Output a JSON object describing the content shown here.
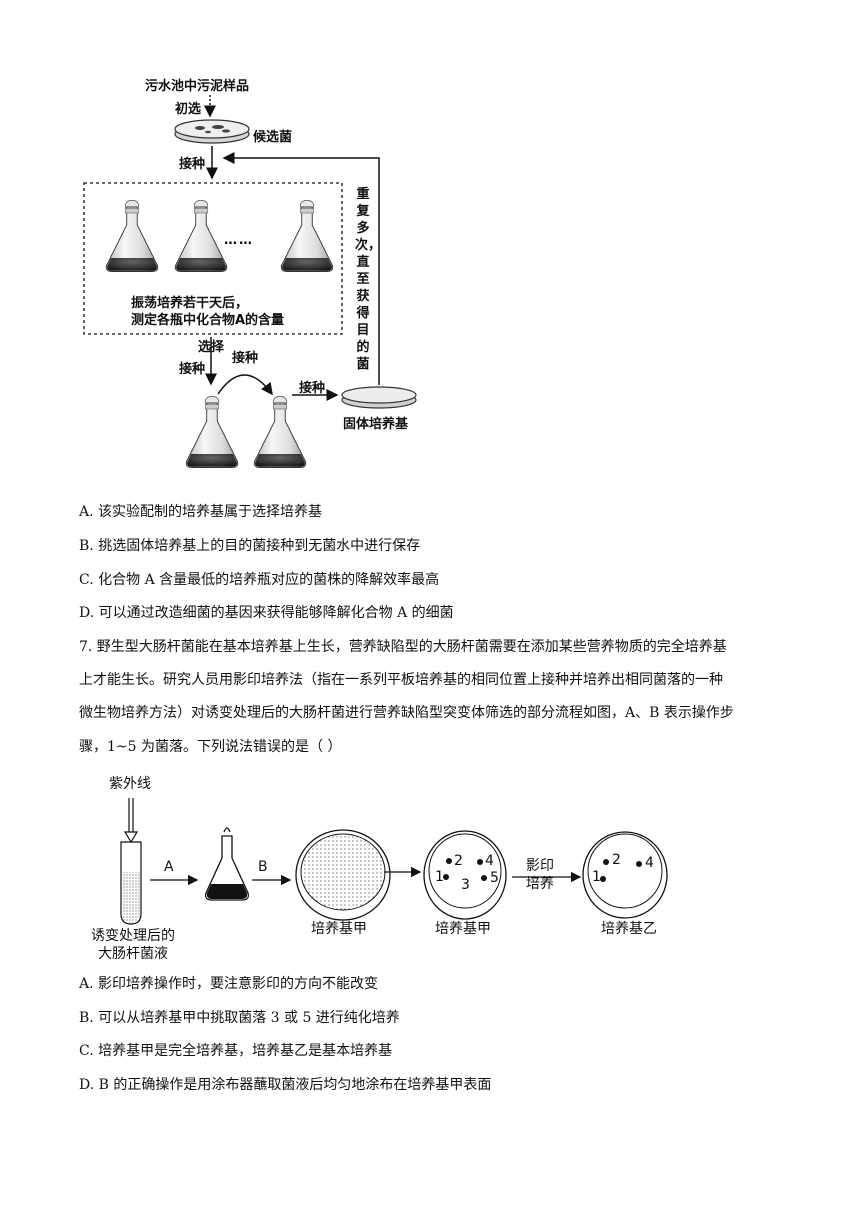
{
  "figure1": {
    "sample_label": "污水池中污泥样品",
    "primary_screen": "初选",
    "candidate": "候选菌",
    "inoculate": "接种",
    "dots": "……",
    "box_note_line1": "振荡培养若干天后，",
    "box_note_line2": "测定各瓶中化合物A的含量",
    "select": "选择",
    "inoculate_left": "接种",
    "inoculate_arc": "接种",
    "inoculate_right": "接种",
    "solid_medium": "固体培养基",
    "repeat_note": "重复多次，直至获得目的菌"
  },
  "q6_options": [
    "A.  该实验配制的培养基属于选择培养基",
    "B.  挑选固体培养基上的目的菌接种到无菌水中进行保存",
    "C.  化合物 A 含量最低的培养瓶对应的菌株的降解效率最高",
    "D.  可以通过改造细菌的基因来获得能够降解化合物 A 的细菌"
  ],
  "q7": {
    "line1": "7. 野生型大肠杆菌能在基本培养基上生长，营养缺陷型的大肠杆菌需要在添加某些营养物质的完全培养基",
    "line2": "上才能生长。研究人员用影印培养法（指在一系列平板培养基的相同位置上接种并培养出相同菌落的一种",
    "line3": "微生物培养方法）对诱变处理后的大肠杆菌进行营养缺陷型突变体筛选的部分流程如图，A、B 表示操作步",
    "line4": "骤，1~5 为菌落。下列说法错误的是（        ）"
  },
  "figure2": {
    "uv": "紫外线",
    "step_a": "A",
    "step_b": "B",
    "tube_label_1": "诱变处理后的",
    "tube_label_2": "大肠杆菌液",
    "plate1": "培养基甲",
    "plate2": "培养基甲",
    "plate3": "培养基乙",
    "replica_1": "影印",
    "replica_2": "培养",
    "colonies": [
      "1",
      "2",
      "3",
      "4",
      "5"
    ]
  },
  "q7_options": [
    "A.  影印培养操作时，要注意影印的方向不能改变",
    "B.  可以从培养基甲中挑取菌落 3 或 5 进行纯化培养",
    "C.  培养基甲是完全培养基，培养基乙是基本培养基",
    "D. B 的正确操作是用涂布器蘸取菌液后均匀地涂布在培养基甲表面"
  ]
}
